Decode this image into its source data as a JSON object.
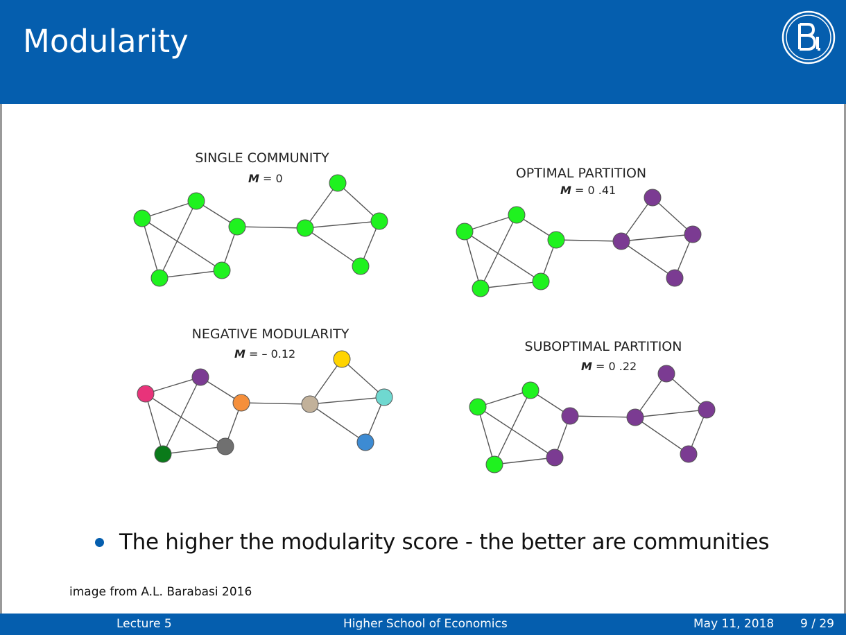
{
  "header": {
    "title": "Modularity",
    "logo_icon": "hse-logo-icon"
  },
  "figure": {
    "panels": [
      {
        "title": "SINGLE COMMUNITY",
        "score_symbol": "M",
        "score_value": "= 0"
      },
      {
        "title": "OPTIMAL PARTITION",
        "score_symbol": "M",
        "score_value": "= 0 .41"
      },
      {
        "title": "NEGATIVE MODULARITY",
        "score_symbol": "M",
        "score_value": "= – 0.12"
      },
      {
        "title": "SUBOPTIMAL PARTITION",
        "score_symbol": "M",
        "score_value": "= 0 .22"
      }
    ],
    "colors": {
      "green": "#1ff21f",
      "purple": "#7b3b92",
      "pink": "#e8337a",
      "orange": "#f58f3b",
      "tan": "#c2b19a",
      "yellow": "#ffd400",
      "cyan": "#6fd8d0",
      "blue": "#3d8bd3",
      "darkgreen": "#0a7a1a",
      "gray": "#707070",
      "edge": "#555555"
    }
  },
  "bullet": {
    "text": "The higher the modularity score - the better are communities"
  },
  "credit": "image from A.L. Barabasi 2016",
  "footer": {
    "lecture": "Lecture 5",
    "institution": "Higher School of Economics",
    "date": "May 11, 2018",
    "page": "9 / 29"
  }
}
